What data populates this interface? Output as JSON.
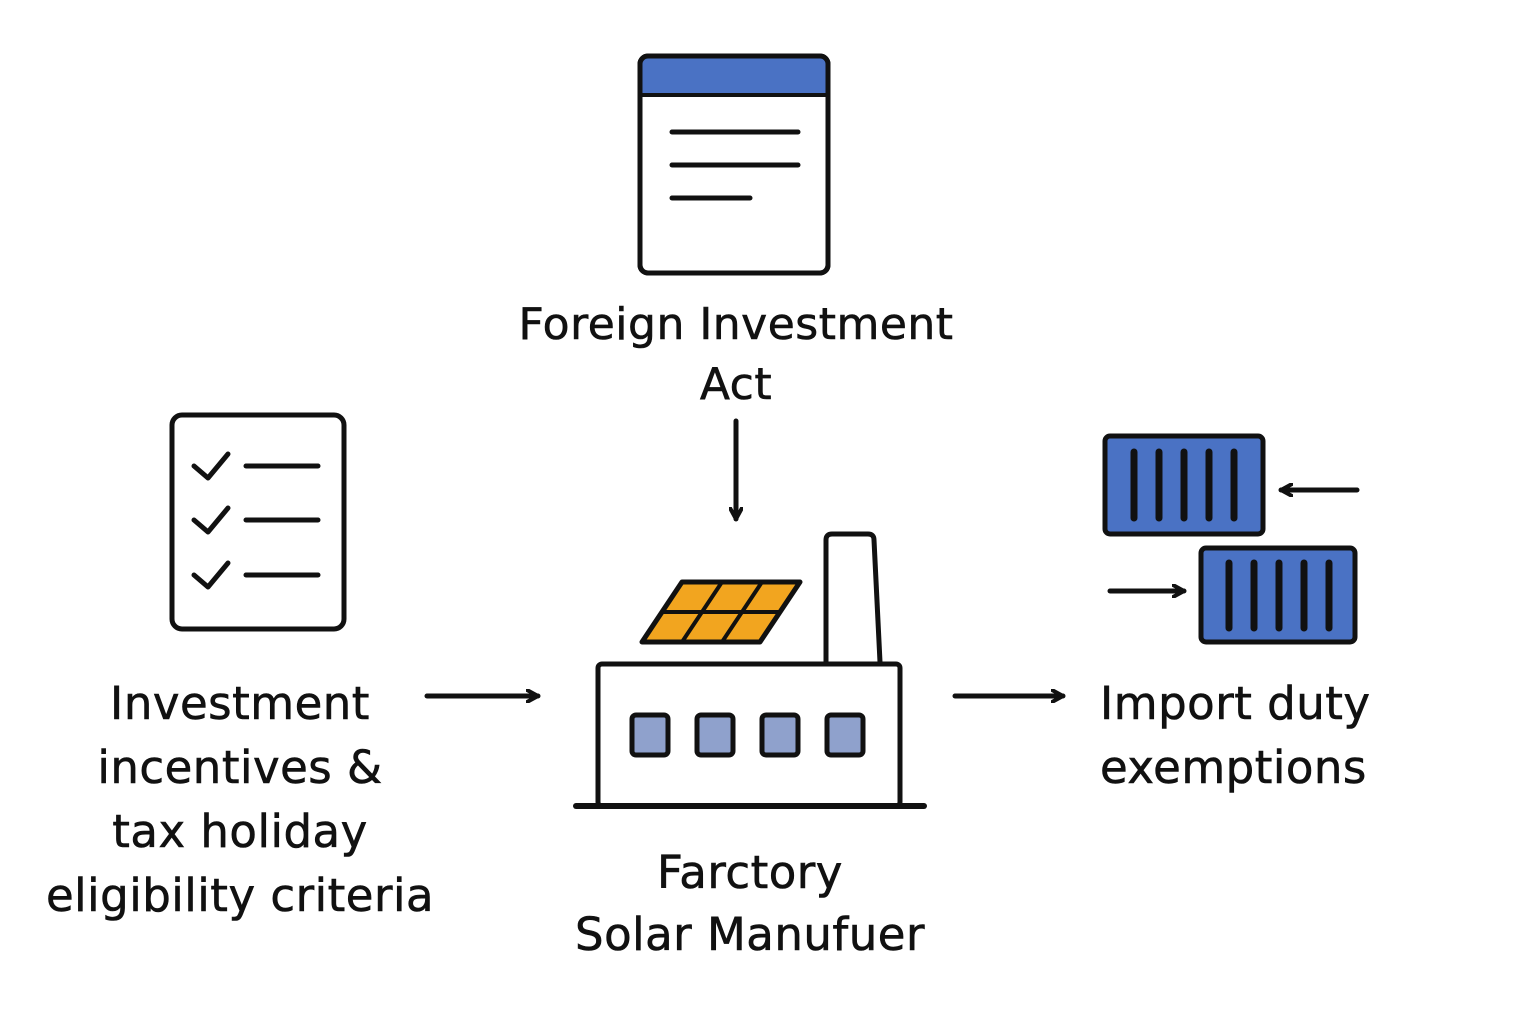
{
  "nodes": {
    "act": {
      "lines": [
        "Foreign Investment",
        "Act"
      ],
      "icon": "document-icon"
    },
    "criteria": {
      "lines": [
        "Investment",
        "incentives &",
        "tax holiday",
        "eligibility criteria"
      ],
      "icon": "checklist-icon"
    },
    "factory": {
      "lines": [
        "Farctory",
        "Solar Manufuer"
      ],
      "icon": "factory-solar-icon"
    },
    "import": {
      "lines": [
        "Import duty",
        "exemptions"
      ],
      "icon": "shipping-containers-icon"
    }
  },
  "colors": {
    "stroke": "#111111",
    "accent_blue": "#4a72c4",
    "window_blue": "#8fa1cc",
    "solar_orange": "#f2a51f"
  }
}
